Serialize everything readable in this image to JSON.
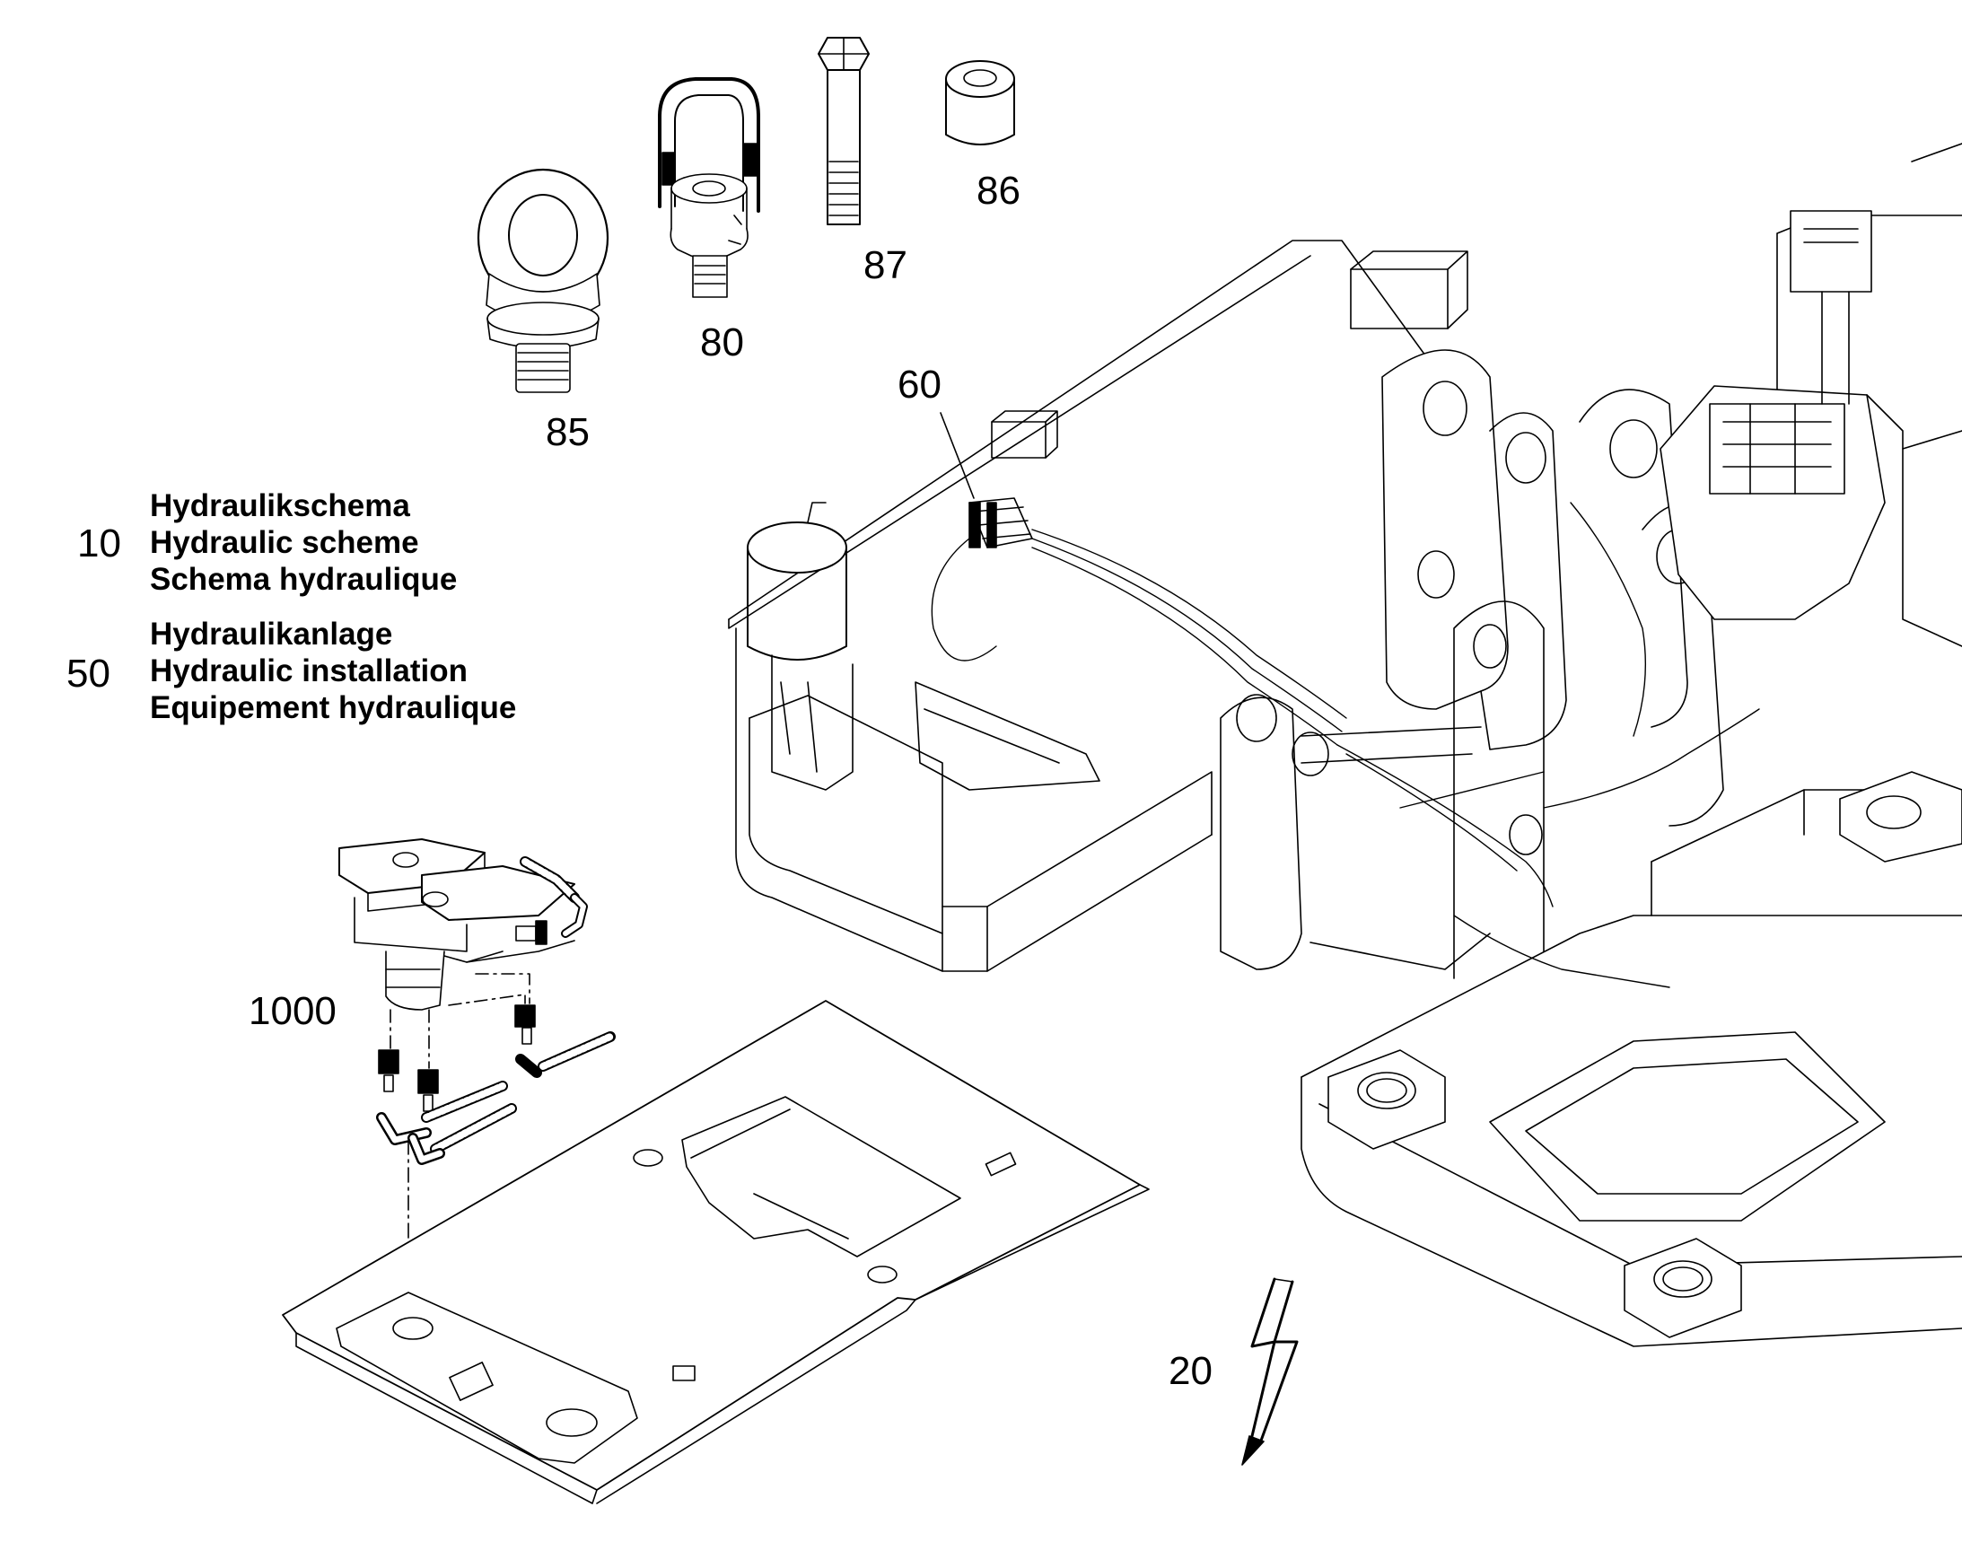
{
  "parts": [
    {
      "id": "p85",
      "number": "85"
    },
    {
      "id": "p80",
      "number": "80"
    },
    {
      "id": "p87",
      "number": "87"
    },
    {
      "id": "p86",
      "number": "86"
    },
    {
      "id": "p60",
      "number": "60"
    },
    {
      "id": "p1000",
      "number": "1000"
    },
    {
      "id": "p20",
      "number": "20"
    }
  ],
  "legend": [
    {
      "number": "10",
      "lines": [
        "Hydraulikschema",
        "Hydraulic scheme",
        "Schema hydraulique"
      ]
    },
    {
      "number": "50",
      "lines": [
        "Hydraulikanlage",
        "Hydraulic installation",
        "Equipement hydraulique"
      ]
    }
  ],
  "colors": {
    "line": "#000000",
    "background": "#ffffff"
  }
}
